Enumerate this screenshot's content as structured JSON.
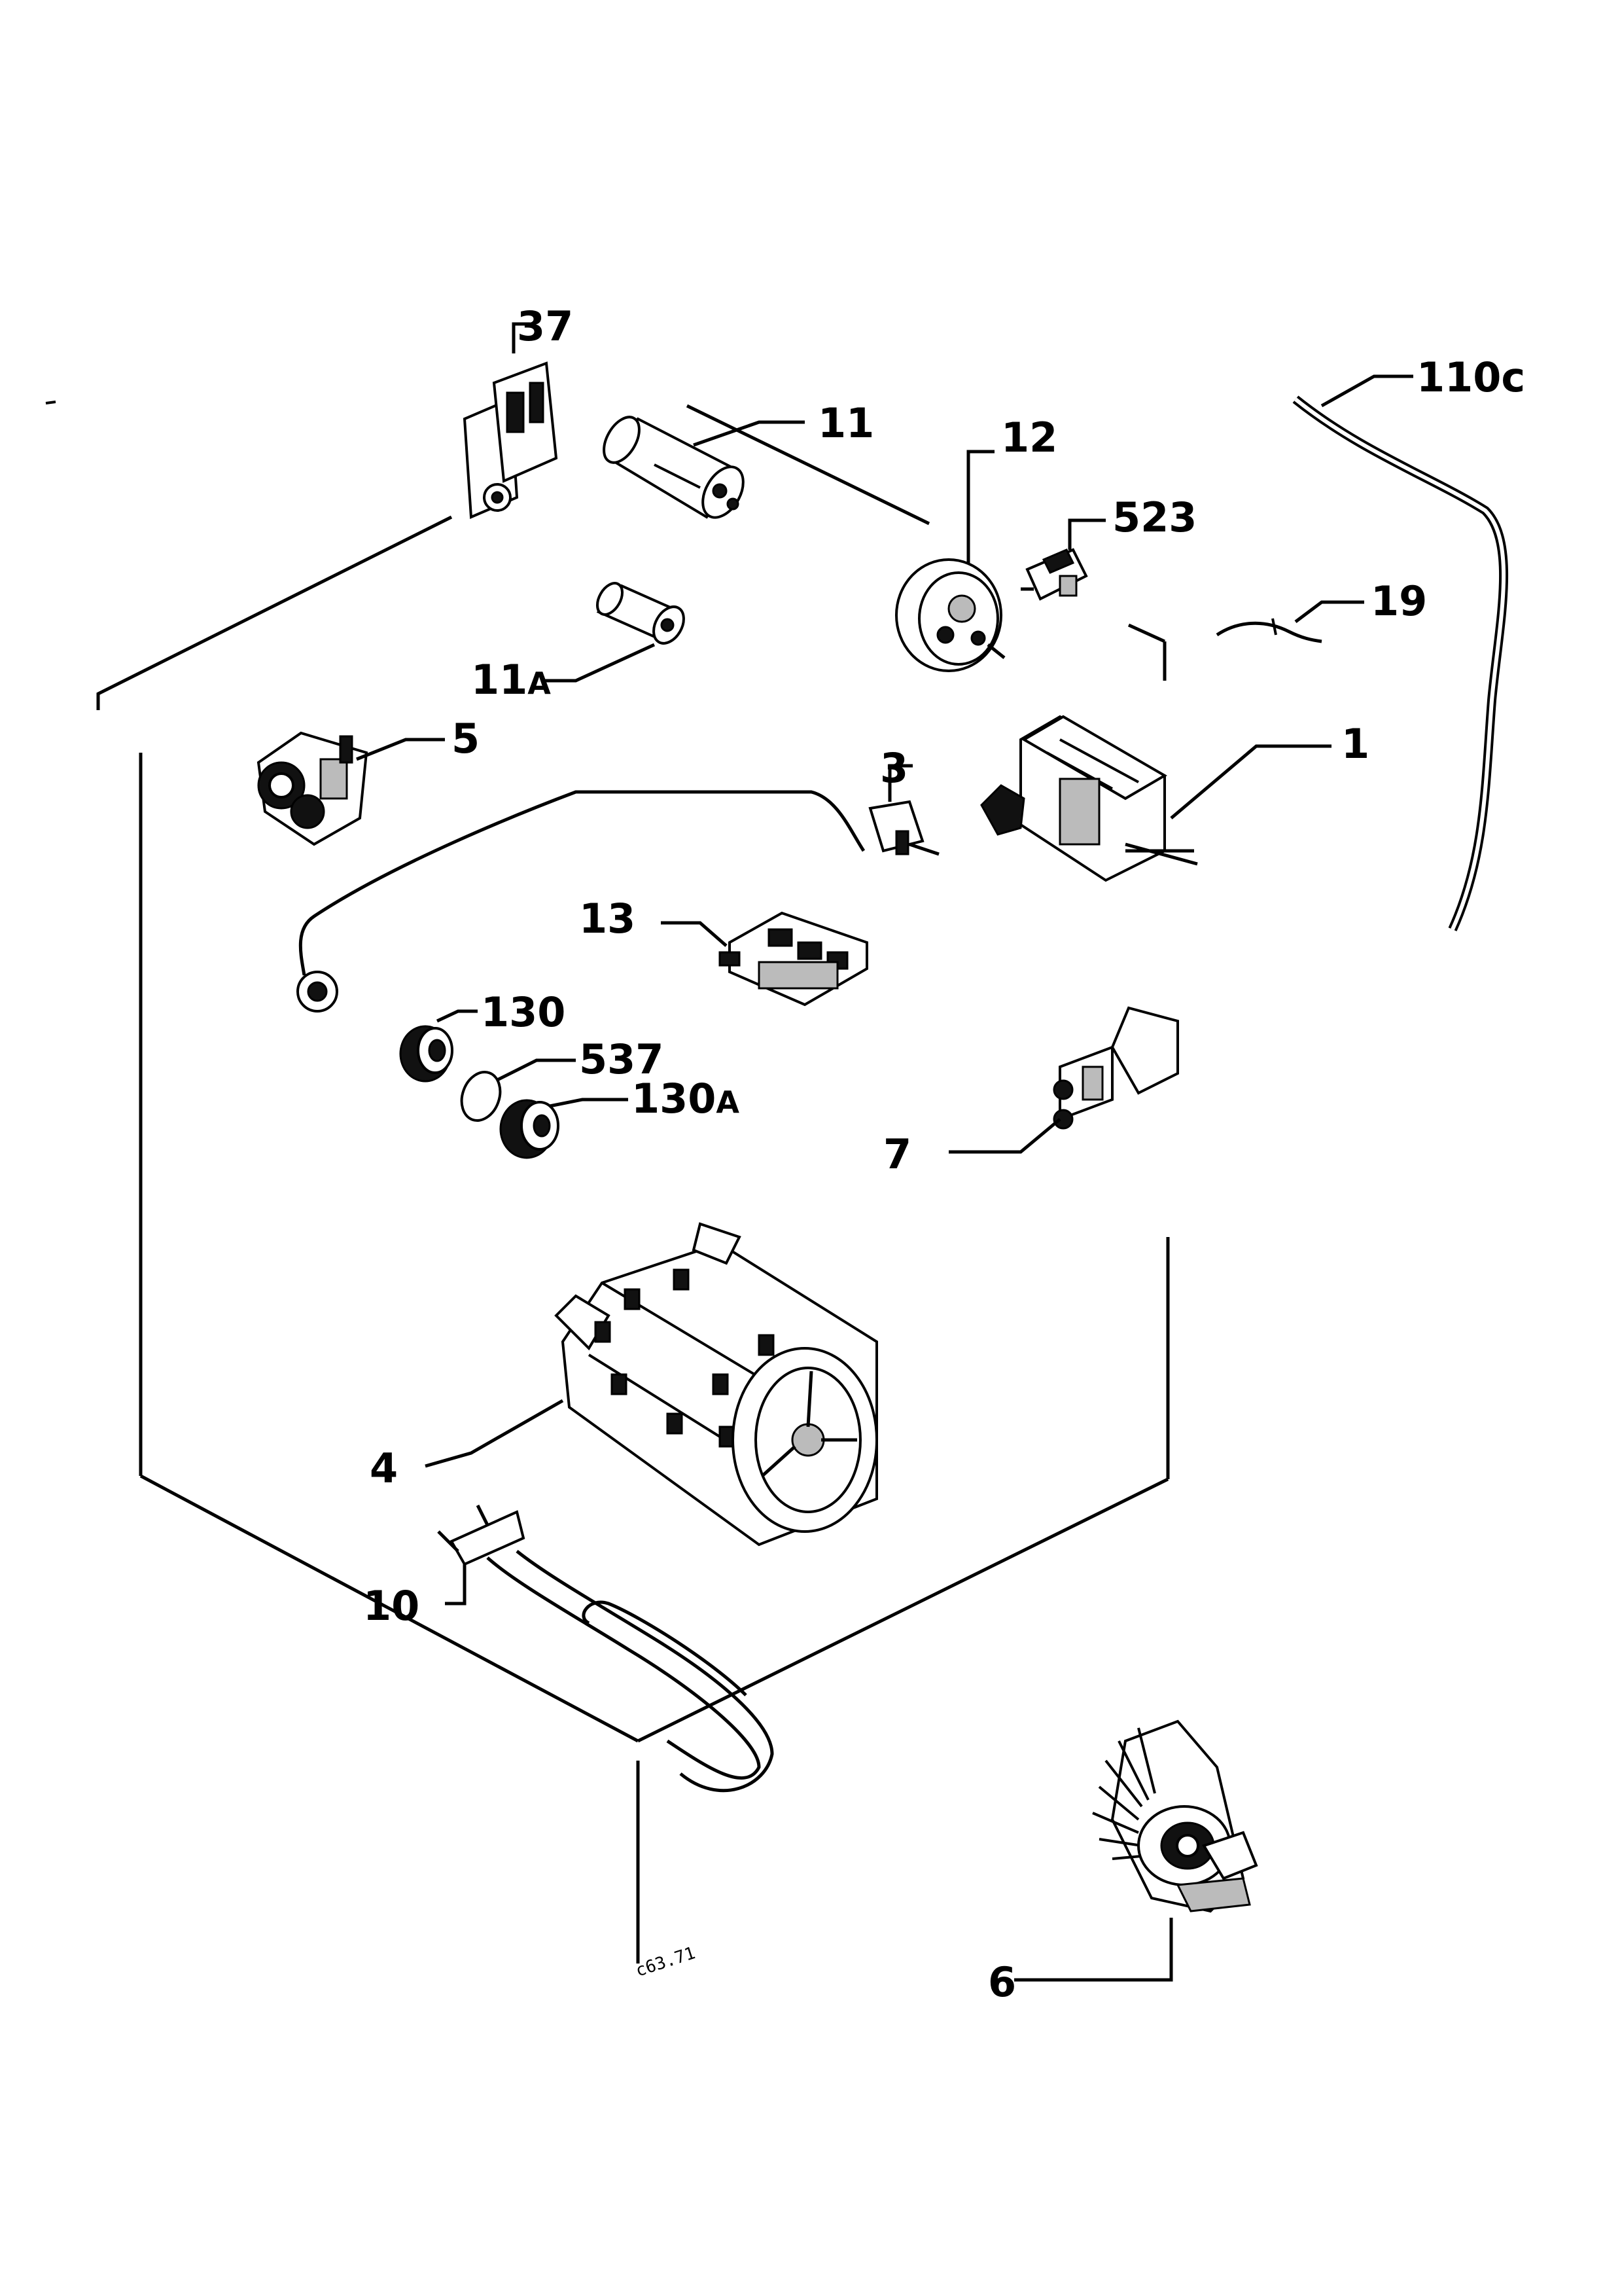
{
  "labels": {
    "p37": "37",
    "p11": "11",
    "p12": "12",
    "p523": "523",
    "p110c": "110c",
    "p19": "19",
    "p11a_num": "11",
    "p11a_suffix": "A",
    "p5": "5",
    "p3": "3",
    "p1": "1",
    "p13": "13",
    "p130": "130",
    "p537": "537",
    "p130a_num": "130",
    "p130a_suffix": "A",
    "p7": "7",
    "p4": "4",
    "p10": "10",
    "p6": "6"
  },
  "drawing_code": "c63.71"
}
